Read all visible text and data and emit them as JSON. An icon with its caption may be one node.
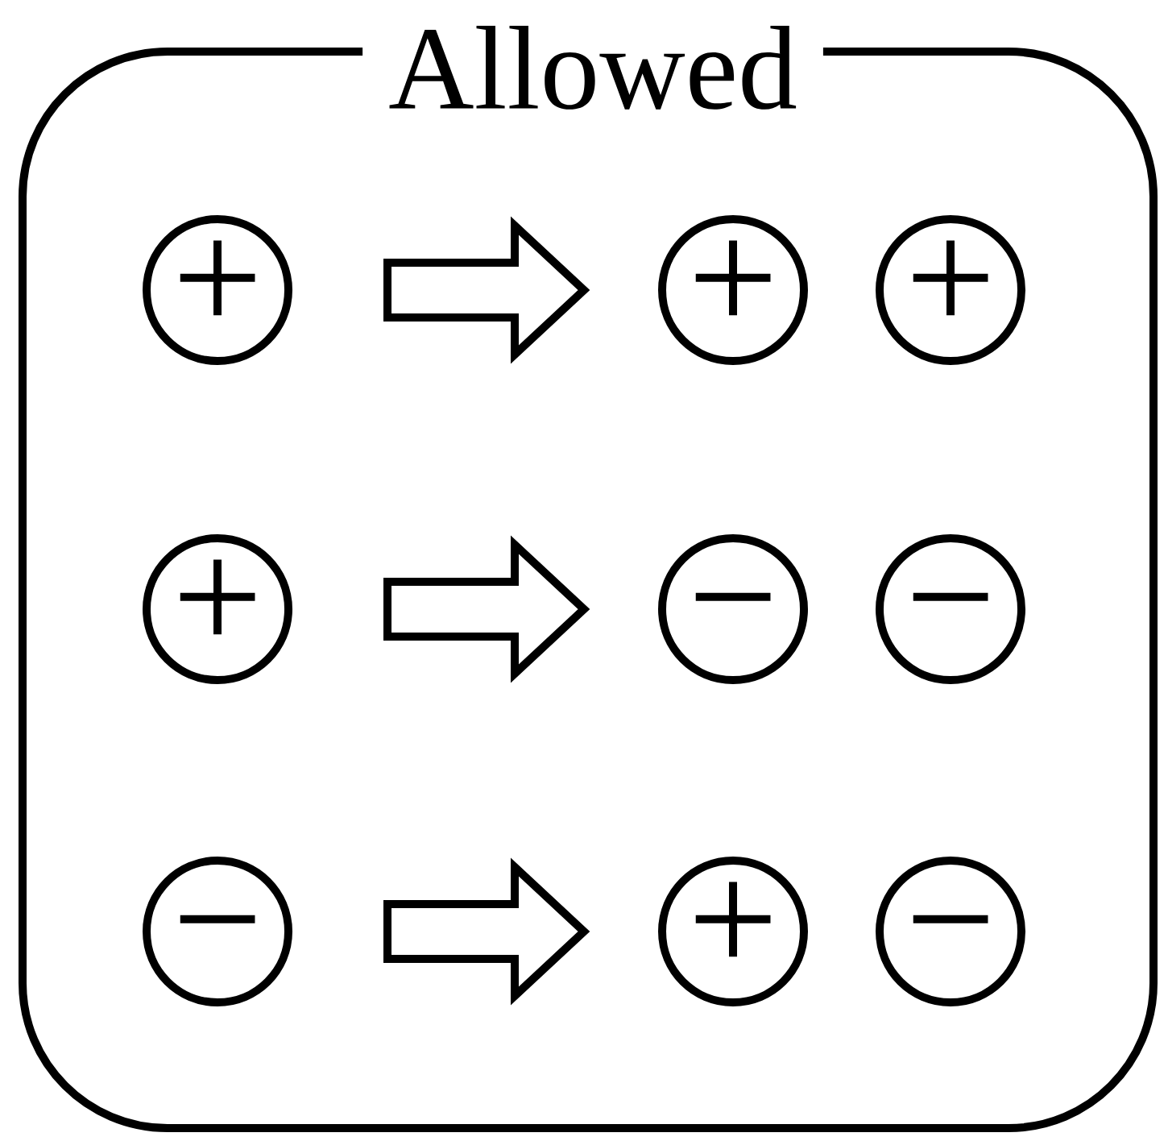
{
  "diagram": {
    "nodes": [
      {
        "text": [
          "Allowed"
        ]
      },
      {
        "text": [
          "+"
        ],
        "in": 0
      },
      {
        "text": [
          "+"
        ],
        "in": 0
      },
      {
        "text": [
          "+"
        ],
        "in": 0
      },
      {
        "text": [
          "+"
        ],
        "in": 0
      },
      {
        "text": [
          "−"
        ],
        "in": 0
      },
      {
        "text": [
          "−"
        ],
        "in": 0
      },
      {
        "text": [
          "−"
        ],
        "in": 0
      },
      {
        "text": [
          "+"
        ],
        "in": 0
      },
      {
        "text": [
          "−"
        ],
        "in": 0
      }
    ],
    "edges": [
      {
        "from": 1,
        "to": 2,
        "arrow": "to"
      },
      {
        "from": 4,
        "to": 5,
        "arrow": "to"
      },
      {
        "from": 7,
        "to": 8,
        "arrow": "to"
      }
    ]
  }
}
